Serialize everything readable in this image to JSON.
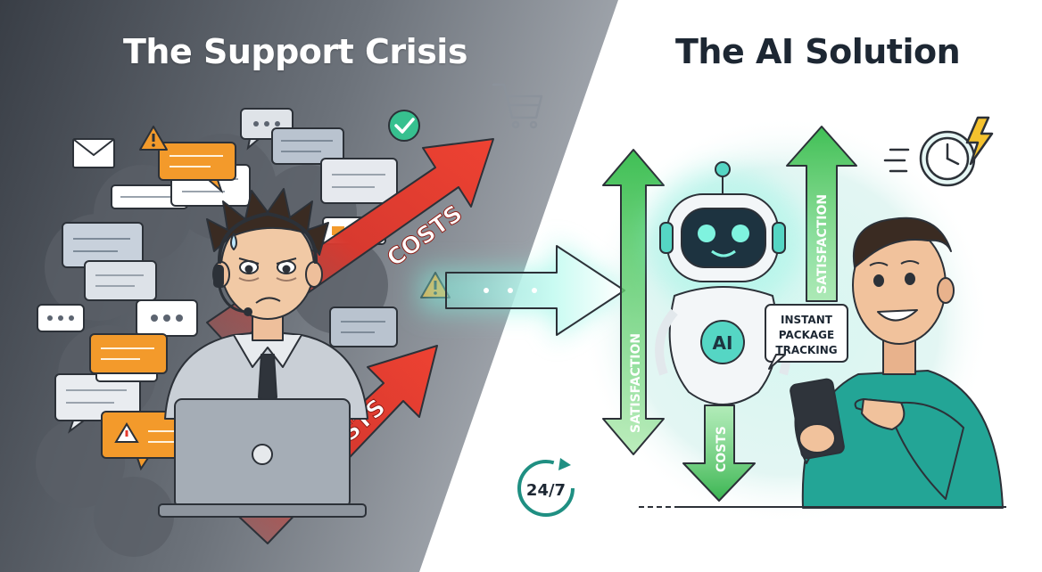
{
  "headings": {
    "left": "The Support Crisis",
    "right": "The AI Solution"
  },
  "left_panel": {
    "arrow_labels": [
      "COSTS",
      "COSTS"
    ]
  },
  "right_panel": {
    "robot_badge": "AI",
    "speech_bubble": [
      "INSTANT",
      "PACKAGE",
      "TRACKING"
    ],
    "up_arrow_label": "SATISFACTION",
    "double_arrow_label": "SATISFACTION",
    "down_arrow_label": "COSTS",
    "badge_24_7": "24/7"
  },
  "colors": {
    "crisis_dark": "#3b4048",
    "crisis_light": "#9aa0a8",
    "cost_red": "#e53b2f",
    "warning_orange": "#f39a2b",
    "solution_green": "#3fbf55",
    "teal": "#2fb3a3",
    "glow_cyan": "#7ff3df"
  },
  "icons": [
    "envelope-icon",
    "warning-icon",
    "shopping-cart-icon",
    "checkmark-icon",
    "chat-bubble-icon",
    "clock-lightning-icon",
    "smartphone-icon",
    "refresh-24-7-icon"
  ]
}
